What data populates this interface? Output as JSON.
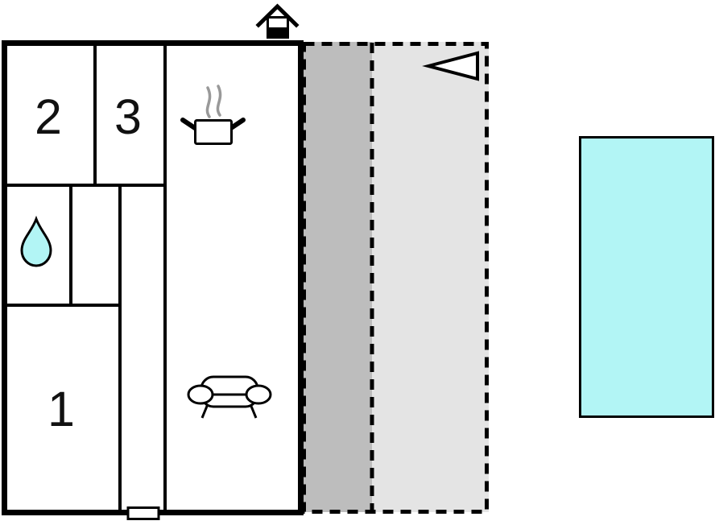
{
  "floorplan": {
    "title": "holiday-home-floor-plan",
    "rooms": [
      {
        "id": "room-1",
        "label": "1"
      },
      {
        "id": "room-2",
        "label": "2"
      },
      {
        "id": "room-3",
        "label": "3"
      }
    ],
    "icons": {
      "chimney": "chimney-icon",
      "kitchen": "cooking-pot-icon",
      "living_room": "sofa-icon",
      "bathroom": "water-drop-icon",
      "direction": "west-arrow-icon",
      "entrance": "door-icon"
    },
    "colors": {
      "wall": "#000000",
      "room_fill": "#ffffff",
      "terrace_dark": "#bdbdbd",
      "terrace_light": "#e4e4e4",
      "pool": "#b2f5f5",
      "water": "#b2f5f5",
      "steam": "#999999"
    }
  }
}
